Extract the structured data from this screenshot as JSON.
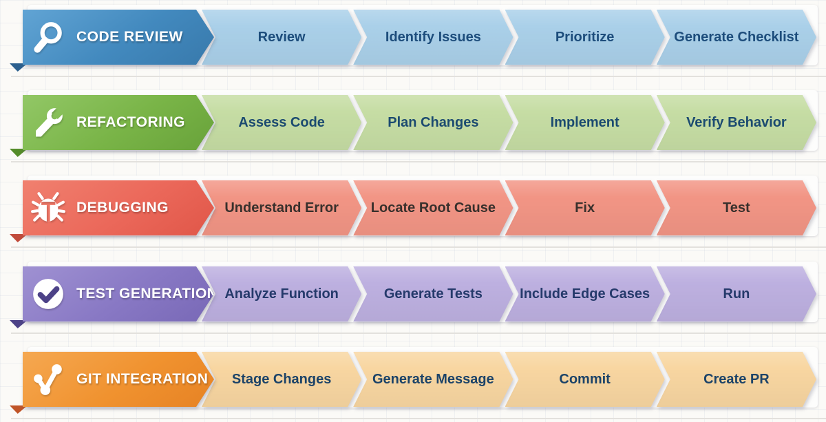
{
  "page": {
    "bg": "#fbfaf7",
    "band": "#fdfdfc",
    "separator": "#e3e1dd"
  },
  "rows": [
    {
      "title": "CODE REVIEW",
      "icon": "magnifier-icon",
      "steps": [
        "Review",
        "Identify Issues",
        "Prioritize",
        "Generate Checklist"
      ],
      "colors": {
        "header_light": "#61a4d4",
        "header": "#4289be",
        "header_dark": "#3879ab",
        "step_bg": "#aad0e9",
        "step_text": "#1d4d7c",
        "fold": "#2b5f8e"
      }
    },
    {
      "title": "REFACTORING",
      "icon": "wrench-icon",
      "steps": [
        "Assess Code",
        "Plan Changes",
        "Implement",
        "Verify Behavior"
      ],
      "colors": {
        "header_light": "#92c766",
        "header": "#79b447",
        "header_dark": "#68a23a",
        "step_bg": "#c6dda4",
        "step_text": "#1b4a70",
        "fold": "#548c2a"
      }
    },
    {
      "title": "DEBUGGING",
      "icon": "bug-icon",
      "steps": [
        "Understand Error",
        "Locate Root Cause",
        "Fix",
        "Test"
      ],
      "colors": {
        "header_light": "#f0806f",
        "header": "#eb685a",
        "header_dark": "#e05648",
        "step_bg": "#f29585",
        "step_text": "#38302c",
        "fold": "#c14b3b"
      }
    },
    {
      "title": "TEST GENERATION",
      "icon": "check-circle-icon",
      "steps": [
        "Analyze Function",
        "Generate Tests",
        "Include Edge Cases",
        "Run"
      ],
      "colors": {
        "header_light": "#9f91d2",
        "header": "#8878c4",
        "header_dark": "#7868b6",
        "step_bg": "#bdb0e0",
        "step_text": "#253a6b",
        "fold": "#4c4287"
      }
    },
    {
      "title": "GIT INTEGRATION",
      "icon": "git-branch-icon",
      "steps": [
        "Stage Changes",
        "Generate Message",
        "Commit",
        "Create PR"
      ],
      "colors": {
        "header_light": "#f5a851",
        "header": "#f0922f",
        "header_dark": "#e68224",
        "step_bg": "#f8d6a1",
        "step_text": "#1c4368",
        "fold": "#c05427"
      }
    }
  ]
}
